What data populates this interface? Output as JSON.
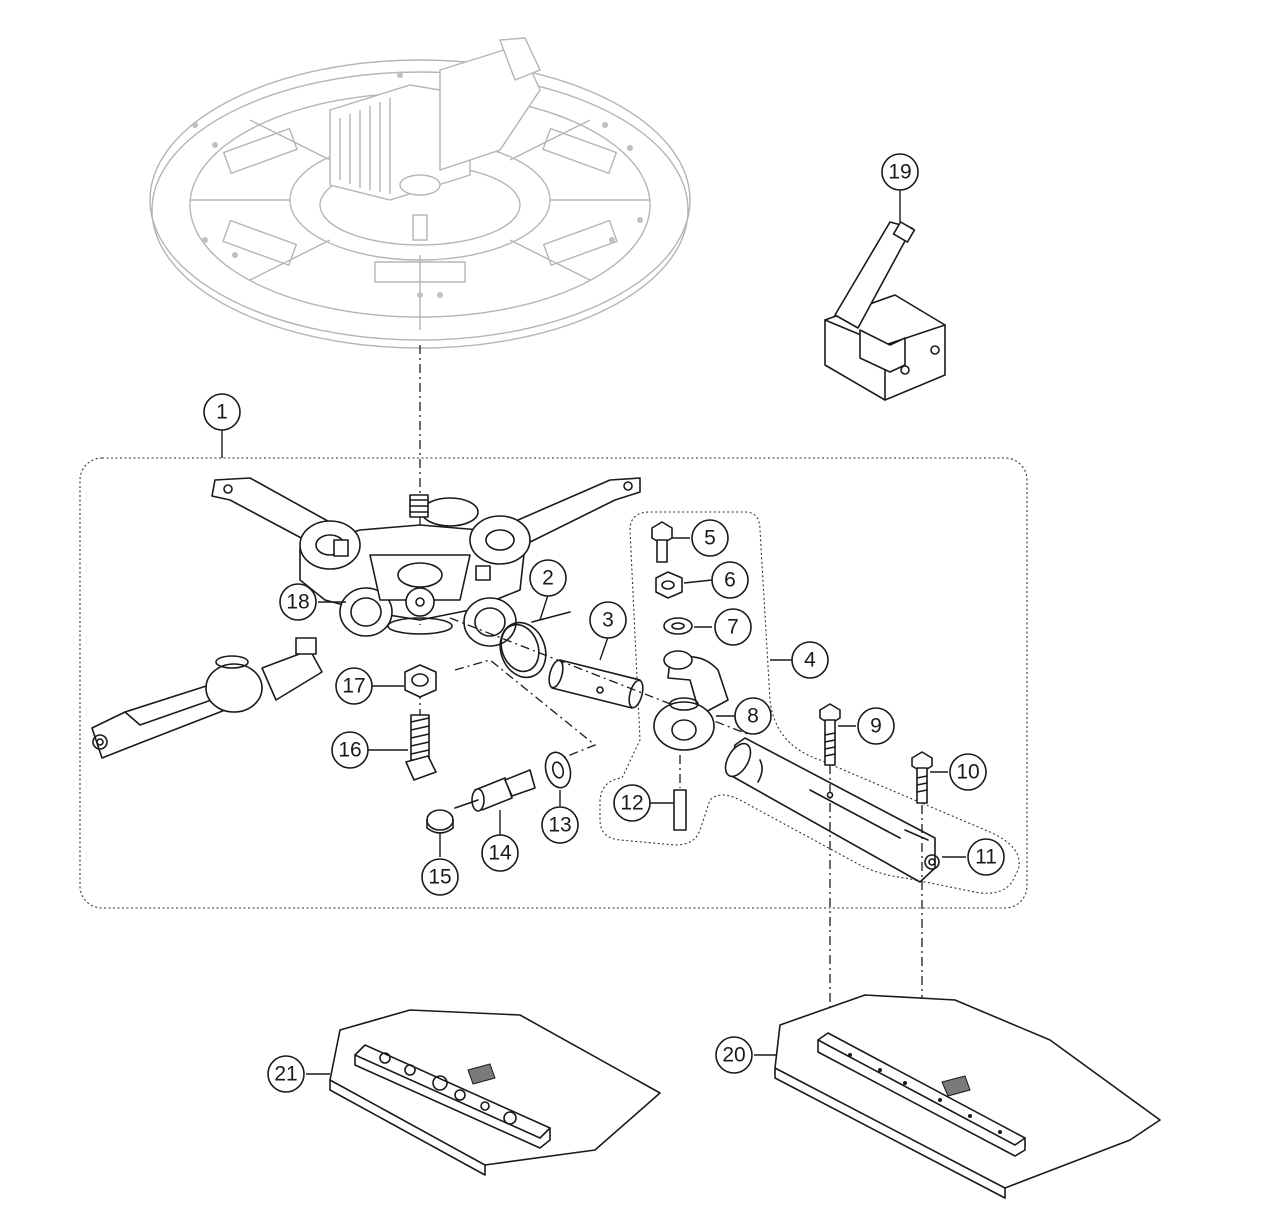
{
  "callouts": [
    {
      "id": "1",
      "label": "1"
    },
    {
      "id": "2",
      "label": "2"
    },
    {
      "id": "3",
      "label": "3"
    },
    {
      "id": "4",
      "label": "4"
    },
    {
      "id": "5",
      "label": "5"
    },
    {
      "id": "6",
      "label": "6"
    },
    {
      "id": "7",
      "label": "7"
    },
    {
      "id": "8",
      "label": "8"
    },
    {
      "id": "9",
      "label": "9"
    },
    {
      "id": "10",
      "label": "10"
    },
    {
      "id": "11",
      "label": "11"
    },
    {
      "id": "12",
      "label": "12"
    },
    {
      "id": "13",
      "label": "13"
    },
    {
      "id": "14",
      "label": "14"
    },
    {
      "id": "15",
      "label": "15"
    },
    {
      "id": "16",
      "label": "16"
    },
    {
      "id": "17",
      "label": "17"
    },
    {
      "id": "18",
      "label": "18"
    },
    {
      "id": "19",
      "label": "19"
    },
    {
      "id": "20",
      "label": "20"
    },
    {
      "id": "21",
      "label": "21"
    }
  ],
  "colors": {
    "ink": "#1a1a1a",
    "ghost": "#b5b5b5",
    "background": "#ffffff"
  }
}
